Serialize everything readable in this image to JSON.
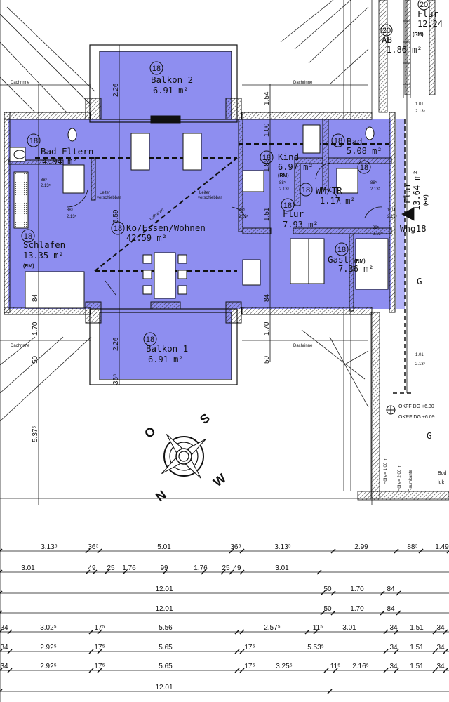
{
  "rooms": {
    "balkon2": {
      "label": "Balkon 2",
      "area": "6.91 m²",
      "unit": "18"
    },
    "balkon1": {
      "label": "Balkon 1",
      "area": "6.91 m²",
      "unit": "18"
    },
    "bad_eltern": {
      "label": "Bad Eltern",
      "area": "4.94 m²",
      "unit": "18"
    },
    "schlafen": {
      "label": "Schlafen",
      "area": "13.35 m²",
      "unit": "18",
      "tag": "(RM)"
    },
    "ko_essen": {
      "label": "Ko/Essen/Wohnen",
      "area": "42.59 m²",
      "unit": "18"
    },
    "kind": {
      "label": "Kind",
      "area": "6.97 m²",
      "unit": "18",
      "tag": "(RM)"
    },
    "bad": {
      "label": "Bad",
      "area": "5.08 m²",
      "unit": "18"
    },
    "wmtr": {
      "label": "WM/TR",
      "area": "1.17 m²",
      "unit": "18"
    },
    "flur": {
      "label": "Flur",
      "area": "7.93 m²",
      "unit": "18"
    },
    "gast": {
      "label": "Gast",
      "area": "7.36 m²",
      "unit": "18",
      "tag": "(RM)"
    },
    "flur_right": {
      "label": "Flur",
      "area": "13.64 m²",
      "tag": "(RM)"
    },
    "flur_top": {
      "label": "Flur",
      "area": "12.24",
      "unit": "20"
    },
    "ab": {
      "label": "AB",
      "area": "1.86 m²",
      "unit": "20",
      "tag": "(RM)"
    }
  },
  "labels": {
    "luftraum": "Luftraum",
    "leiter_left": [
      "Leiter",
      "verschiebbar"
    ],
    "leiter_right": [
      "Leiter",
      "verschiebbar"
    ],
    "dachrinne": "Dachrinne",
    "whg": "Whg18",
    "okff": "OKFF DG +6.30",
    "okrf": "OKRF DG +6.09",
    "hoehe1": "Höhe= 1.00 m",
    "hoehe2": "Höhe= 2.00 m",
    "raumkante": "Raumkante",
    "g1": "G",
    "g2": "G",
    "bod": "Bod",
    "luk": "luk"
  },
  "compass": {
    "o": "O",
    "s": "S",
    "w": "W",
    "n": "N"
  },
  "vertical_dims": {
    "d226a": "2.26",
    "d154": "1.54",
    "d100": "1.00",
    "d188": "1.88",
    "d151": "1.51",
    "d659": "6.59",
    "d170a": "1.70",
    "d170b": "1.70",
    "d226b": "2.26",
    "d50a": "50",
    "d50b": "50",
    "d5375": "5.37⁵",
    "d84a": "84",
    "d84b": "84",
    "d36": "36⁵",
    "d101": "1.01",
    "d101b": "1.01"
  },
  "dim_rows": [
    [
      "3.13⁵",
      "36⁵",
      "5.01",
      "36⁵",
      "3.13⁵",
      "2.99",
      "88⁵",
      "1.49"
    ],
    [
      "3.01",
      "49",
      "25",
      "1.76",
      "99",
      "1.76",
      "25",
      "49",
      "3.01"
    ],
    [
      "12.01",
      "50",
      "1.70",
      "84"
    ],
    [
      "12.01",
      "50",
      "1.70",
      "84"
    ],
    [
      "34",
      "3.02⁵",
      "17⁵",
      "5.56",
      "2.57⁵",
      "11⁵",
      "3.01",
      "34",
      "1.51",
      "34"
    ],
    [
      "34",
      "2.92⁵",
      "17⁵",
      "5.65",
      "17⁵",
      "5.53⁵",
      "34",
      "1.51",
      "34"
    ],
    [
      "34",
      "2.92⁵",
      "17⁵",
      "5.65",
      "17⁵",
      "3.25⁵",
      "11⁵",
      "2.16⁵",
      "34",
      "1.51",
      "34"
    ],
    [
      "12.01"
    ]
  ],
  "door_tags": {
    "t88": "88⁵",
    "t213": "2.13⁵",
    "t101": "1.01",
    "t213b": "2.13⁵"
  },
  "colors": {
    "fill": "#8e8ef0",
    "fill_light": "#b4b4f7",
    "line": "#111111"
  }
}
